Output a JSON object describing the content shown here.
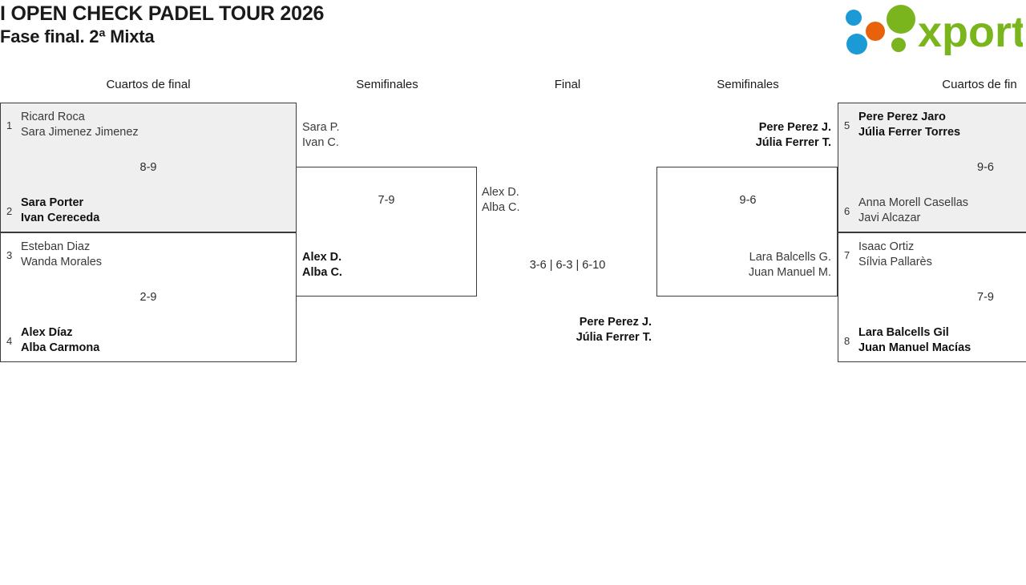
{
  "header": {
    "title_line1": "I OPEN CHECK PADEL TOUR 2026",
    "title_line2": "Fase final. 2ª Mixta",
    "logo": {
      "wordmark": "xporty",
      "colors": {
        "green": "#7ab51d",
        "blue": "#1b9ad6",
        "orange": "#e8620c"
      }
    }
  },
  "rounds": {
    "left_quarters": "Cuartos de final",
    "left_semis": "Semifinales",
    "final": "Final",
    "right_semis": "Semifinales",
    "right_quarters": "Cuartos de fin"
  },
  "colors": {
    "highlight_bg": "#efefef",
    "plain_bg": "#ffffff",
    "border": "#3b3b3b"
  },
  "bracket": {
    "left_quarterfinals": [
      {
        "id": "lqf1",
        "highlighted": true,
        "score": "8-9",
        "teams": [
          {
            "seed": "1",
            "p1": "Ricard Roca",
            "p2": "Sara Jimenez Jimenez",
            "winner": false
          },
          {
            "seed": "2",
            "p1": "Sara Porter",
            "p2": "Ivan Cereceda",
            "winner": true
          }
        ]
      },
      {
        "id": "lqf2",
        "highlighted": false,
        "score": "2-9",
        "teams": [
          {
            "seed": "3",
            "p1": "Esteban Diaz",
            "p2": "Wanda Morales",
            "winner": false
          },
          {
            "seed": "4",
            "p1": "Alex Díaz",
            "p2": "Alba Carmona",
            "winner": true
          }
        ]
      }
    ],
    "left_semifinal": {
      "id": "lsf1",
      "score": "7-9",
      "teams": [
        {
          "p1": "Sara P.",
          "p2": "Ivan C.",
          "winner": false
        },
        {
          "p1": "Alex D.",
          "p2": "Alba C.",
          "winner": true
        }
      ]
    },
    "final": {
      "id": "final",
      "score": "3-6 | 6-3 | 6-10",
      "teams": [
        {
          "p1": "Alex D.",
          "p2": "Alba C.",
          "winner": false
        },
        {
          "p1": "Pere Perez J.",
          "p2": "Júlia Ferrer T.",
          "winner": true
        }
      ]
    },
    "right_semifinal": {
      "id": "rsf1",
      "score": "9-6",
      "teams": [
        {
          "p1": "Pere Perez J.",
          "p2": "Júlia Ferrer T.",
          "winner": true
        },
        {
          "p1": "Lara Balcells G.",
          "p2": "Juan Manuel M.",
          "winner": false
        }
      ]
    },
    "right_quarterfinals": [
      {
        "id": "rqf1",
        "highlighted": true,
        "score": "9-6",
        "teams": [
          {
            "seed": "5",
            "p1": "Pere Perez Jaro",
            "p2": "Júlia Ferrer Torres",
            "winner": true
          },
          {
            "seed": "6",
            "p1": "Anna Morell Casellas",
            "p2": "Javi Alcazar",
            "winner": false
          }
        ]
      },
      {
        "id": "rqf2",
        "highlighted": false,
        "score": "7-9",
        "teams": [
          {
            "seed": "7",
            "p1": "Isaac Ortiz",
            "p2": "Sílvia Pallarès",
            "winner": false
          },
          {
            "seed": "8",
            "p1": "Lara Balcells Gil",
            "p2": "Juan Manuel Macías",
            "winner": true
          }
        ]
      }
    ]
  }
}
